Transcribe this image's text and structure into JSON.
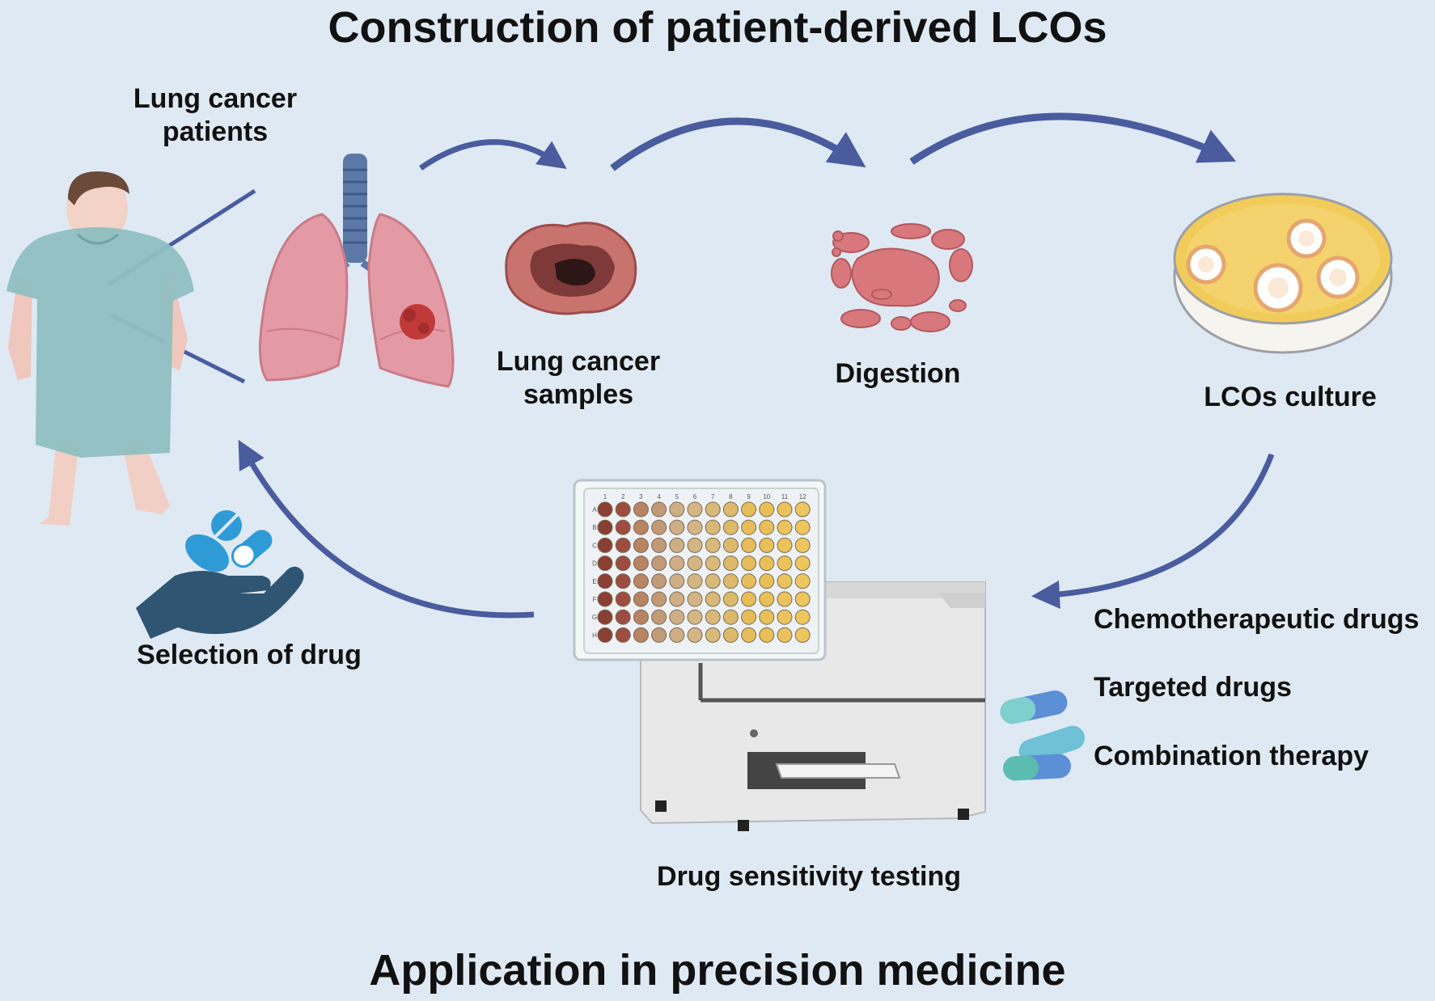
{
  "titles": {
    "top": "Construction of patient-derived LCOs",
    "bottom": "Application  in precision medicine"
  },
  "steps": {
    "patients": [
      "Lung cancer",
      "patients"
    ],
    "samples": [
      "Lung cancer",
      "samples"
    ],
    "digestion": "Digestion",
    "culture": "LCOs culture",
    "testing": "Drug sensitivity testing",
    "selection": "Selection of drug"
  },
  "drug_types": [
    "Chemotherapeutic drugs",
    "Targeted drugs",
    "Combination therapy"
  ],
  "plate": {
    "columns": [
      "1",
      "2",
      "3",
      "4",
      "5",
      "6",
      "7",
      "8",
      "9",
      "10",
      "11",
      "12"
    ],
    "rows": [
      "A",
      "B",
      "C",
      "D",
      "E",
      "F",
      "G",
      "H"
    ]
  },
  "colors": {
    "background": "#dfe9f3",
    "arrow": "#4a5c9e",
    "lung": "#e49aa4",
    "tumor": "#c03a3a",
    "gown": "#8fbfc0",
    "dish_medium": "#f2cc5a",
    "hand": "#2f5573",
    "pill_blue": "#2f9bd6"
  }
}
